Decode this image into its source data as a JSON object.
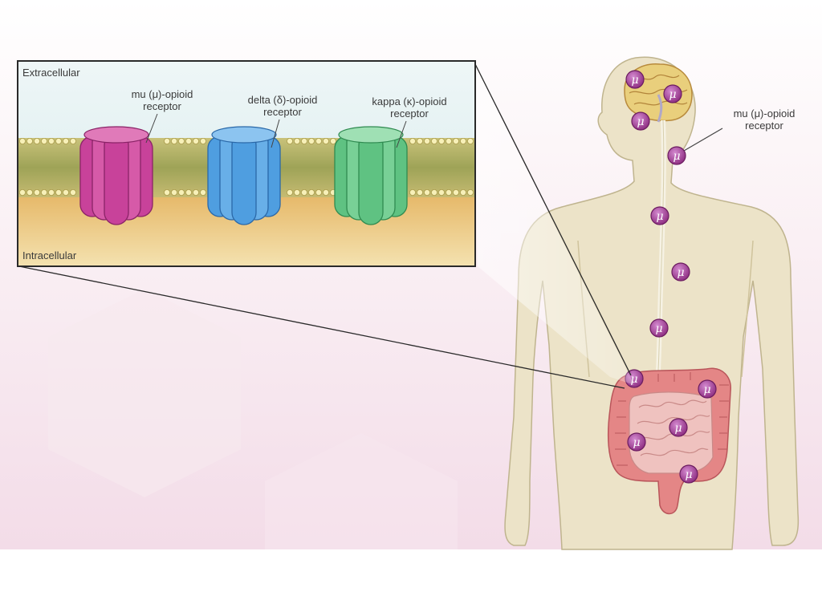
{
  "inset": {
    "extracellular_label": "Extracellular",
    "intracellular_label": "Intracellular",
    "receptors": [
      {
        "line1": "mu (μ)-opioid",
        "line2": "receptor",
        "color": "#c8429a"
      },
      {
        "line1": "delta (δ)-opioid",
        "line2": "receptor",
        "color": "#4f9ee0"
      },
      {
        "line1": "kappa (κ)-opioid",
        "line2": "receptor",
        "color": "#5fc282"
      }
    ]
  },
  "body": {
    "receptor_symbol": "μ",
    "callout_line1": "mu (μ)-opioid",
    "callout_line2": "receptor",
    "marker_color": "#9c2f8c",
    "skin_color": "#ece3c8",
    "brain_color": "#e9cf7c",
    "intestine_color": "#e48686"
  }
}
